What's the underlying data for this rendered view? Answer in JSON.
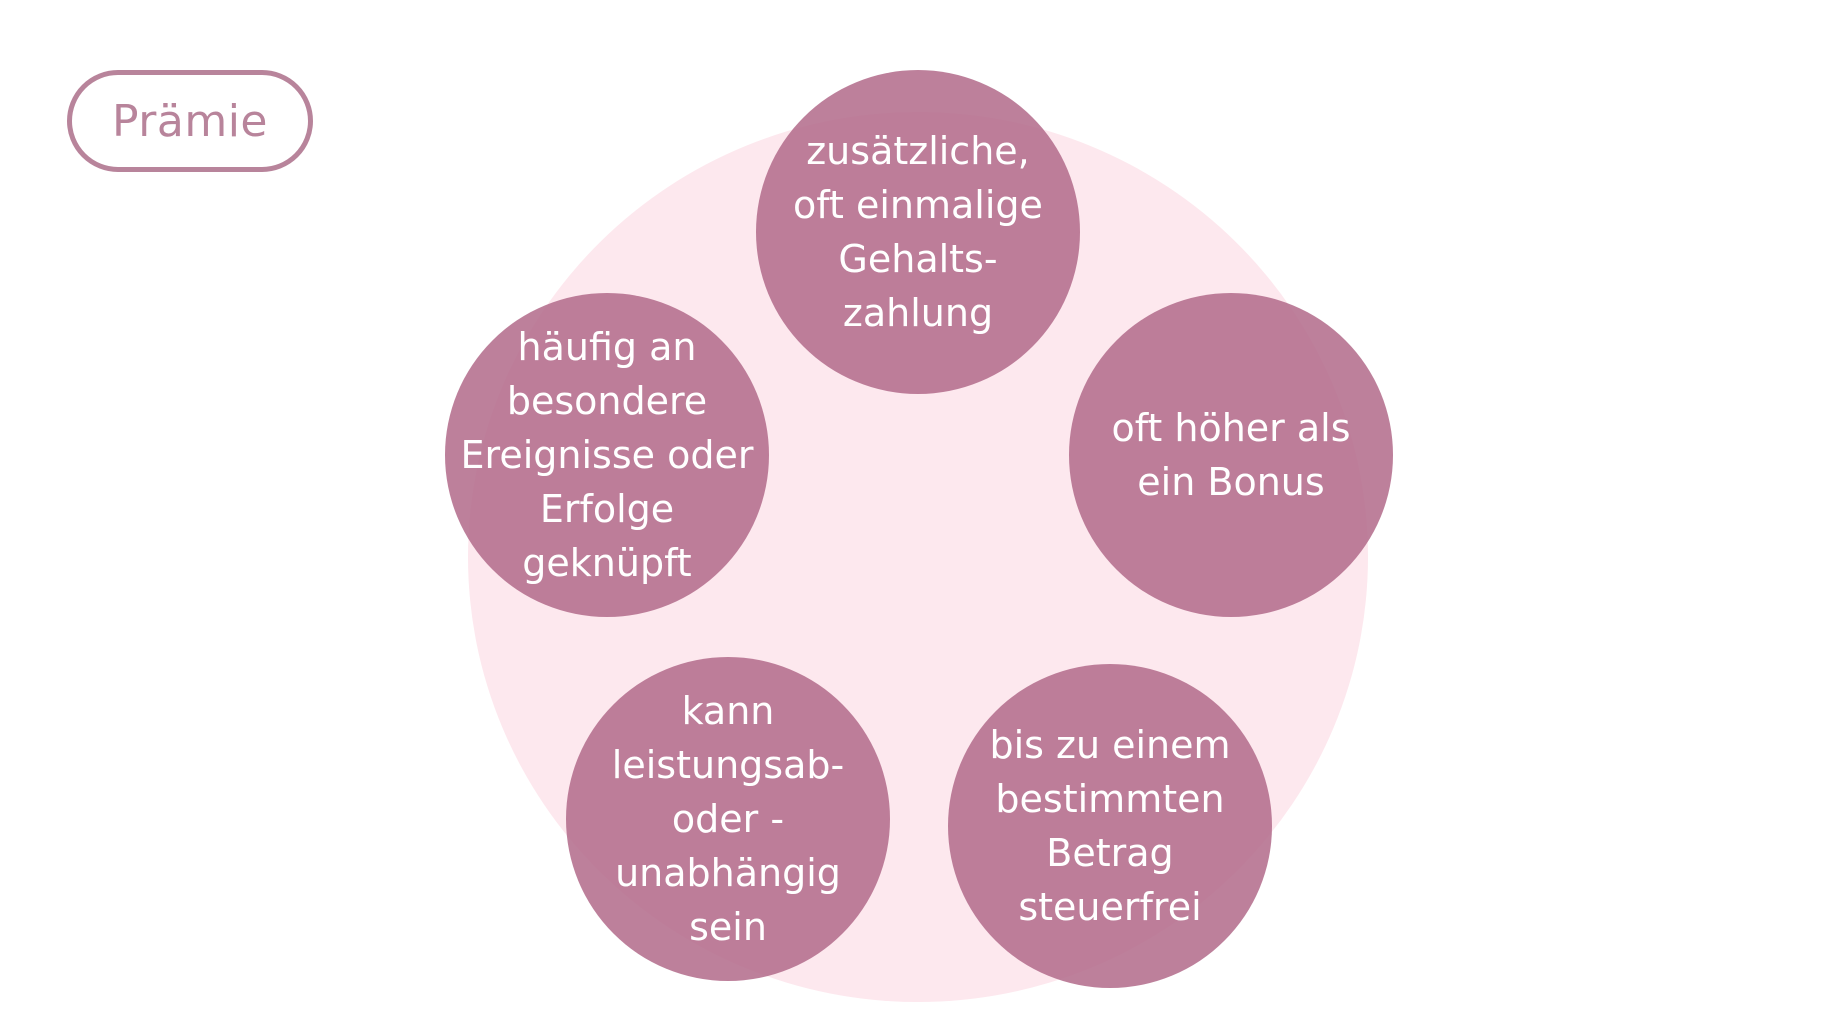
{
  "title": "Prämie",
  "colors": {
    "accent": "#B8849B",
    "node_fill": "#BC7E96",
    "background_circle": "#FDE8EE",
    "text_on_node": "#FFFFFF"
  },
  "nodes": [
    {
      "position": "top",
      "text": "zusätzliche,\noft einmalige\nGehalts-\nzahlung"
    },
    {
      "position": "right",
      "text": "oft höher als\nein Bonus"
    },
    {
      "position": "bottom-right",
      "text": "bis zu einem\nbestimmten\nBetrag\nsteuerfrei"
    },
    {
      "position": "bottom-left",
      "text": "kann\nleistungsab-\noder -\nunabhängig\nsein"
    },
    {
      "position": "left",
      "text": "häufig an\nbesondere\nEreignisse oder\nErfolge\ngeknüpft"
    }
  ]
}
